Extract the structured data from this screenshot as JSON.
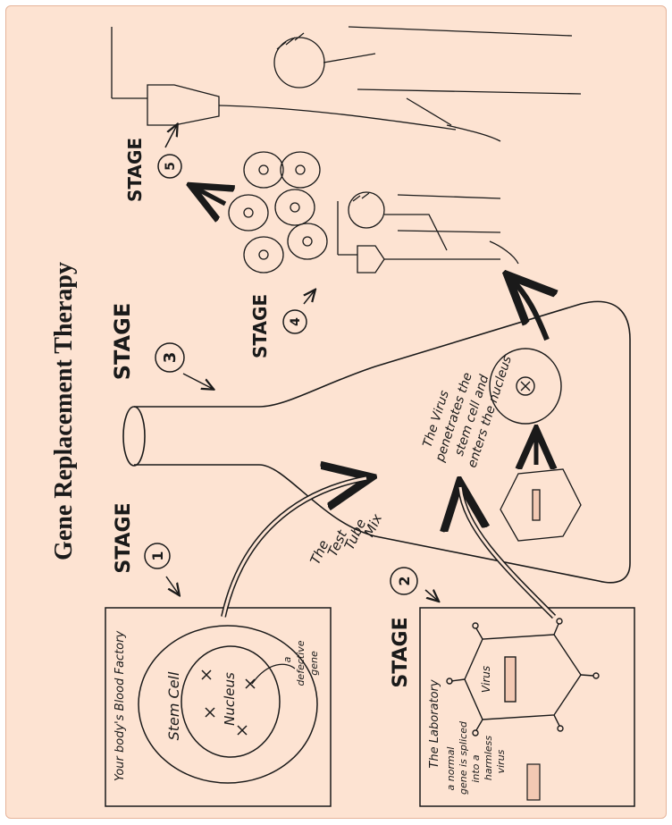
{
  "title": "Gene Replacement Therapy",
  "stages": [
    {
      "word": "STAGE",
      "num": "1"
    },
    {
      "word": "STAGE",
      "num": "2"
    },
    {
      "word": "STAGE",
      "num": "3"
    },
    {
      "word": "STAGE",
      "num": "4"
    },
    {
      "word": "STAGE",
      "num": "5"
    }
  ],
  "panel1": {
    "heading": "Your body's Blood Factory",
    "stem_cell": "Stem Cell",
    "nucleus": "Nucleus",
    "defective_gene": [
      "a",
      "defective",
      "gene"
    ]
  },
  "panel2": {
    "heading": "The Laboratory",
    "description": [
      "a normal",
      "gene is spliced",
      "into a",
      "harmless",
      "virus"
    ],
    "virus": "Virus"
  },
  "tube_mix": [
    "The",
    "Test",
    "Tube",
    "Mix"
  ],
  "penetrates": [
    "The Virus",
    "penetrates the",
    "stem cell and",
    "enters the nucleus"
  ],
  "colors": {
    "background": "#fde3d2",
    "border": "#e6b49a",
    "ink": "#1a1a1a"
  }
}
